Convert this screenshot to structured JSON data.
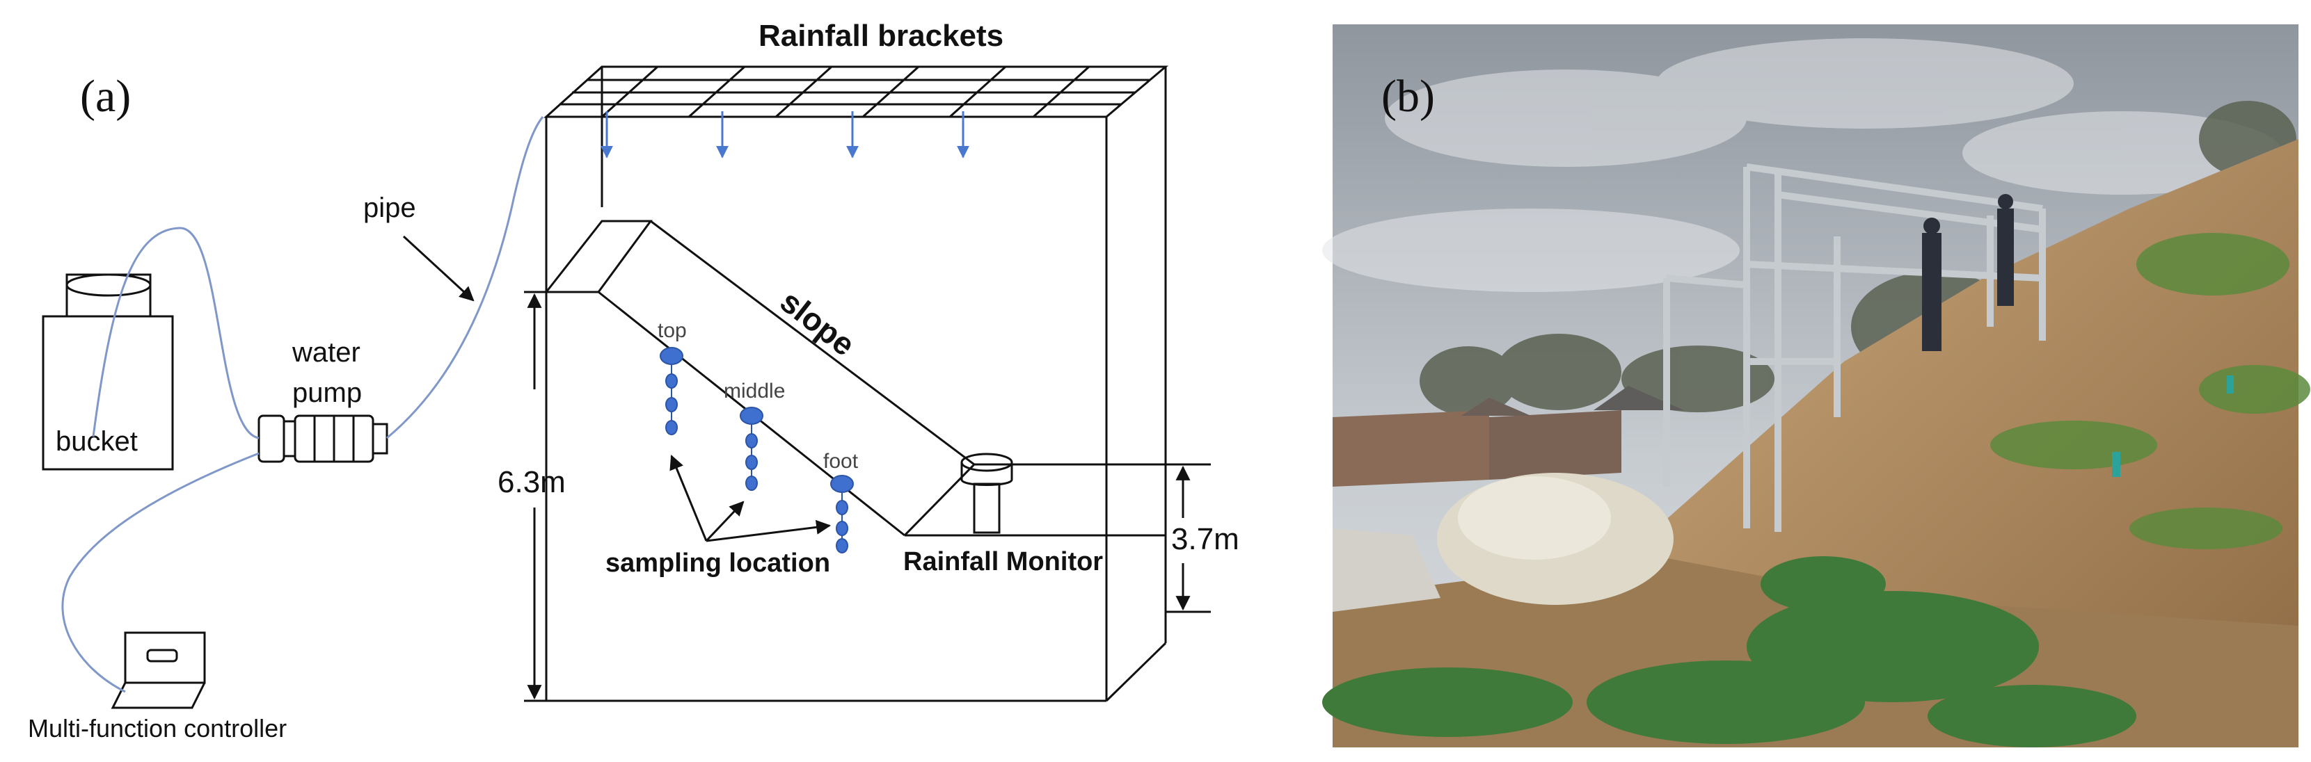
{
  "panel_a": {
    "tag": "(a)",
    "labels": {
      "rainfall_brackets": "Rainfall brackets",
      "pipe": "pipe",
      "water": "water",
      "pump": "pump",
      "bucket": "bucket",
      "controller": "Multi-function controller",
      "slope": "slope",
      "top": "top",
      "middle": "middle",
      "foot": "foot",
      "sampling_location": "sampling location",
      "rainfall_monitor": "Rainfall Monitor",
      "height_left": "6.3m",
      "height_right": "3.7m"
    },
    "colors": {
      "pipe": "#7f97c9",
      "sampler": "#3f6fcf",
      "rain_arrow": "#4a78cf",
      "line": "#111111"
    }
  },
  "panel_b": {
    "tag": "(b)",
    "colors": {
      "sky": "#a9afb5",
      "soil": "#b08a5e",
      "scaffold": "#c6cbd0",
      "vegetation": "#3f7a3a"
    }
  }
}
